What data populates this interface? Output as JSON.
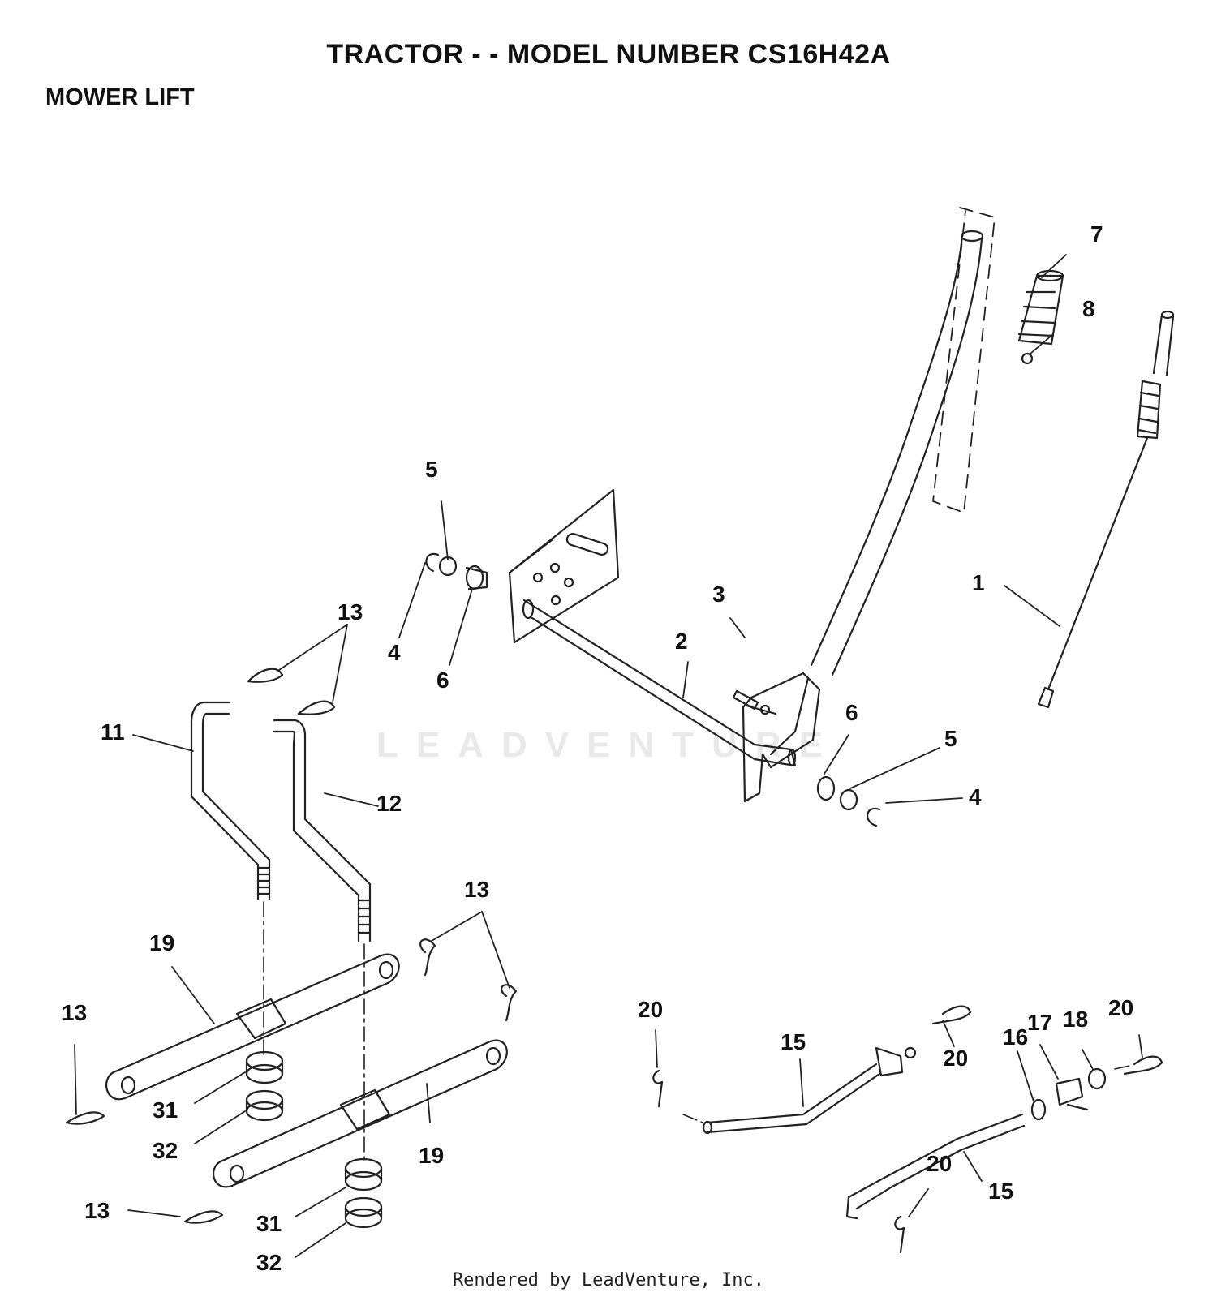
{
  "header": {
    "title": "TRACTOR - - MODEL NUMBER CS16H42A",
    "section": "MOWER LIFT"
  },
  "watermark": "LEADVENTURE",
  "footer": "Rendered by LeadVenture, Inc.",
  "callouts": [
    "1",
    "2",
    "3",
    "4",
    "4",
    "5",
    "5",
    "6",
    "6",
    "7",
    "8",
    "11",
    "12",
    "13",
    "13",
    "13",
    "13",
    "15",
    "15",
    "16",
    "17",
    "18",
    "19",
    "19",
    "20",
    "20",
    "20",
    "20",
    "31",
    "31",
    "32",
    "32"
  ]
}
